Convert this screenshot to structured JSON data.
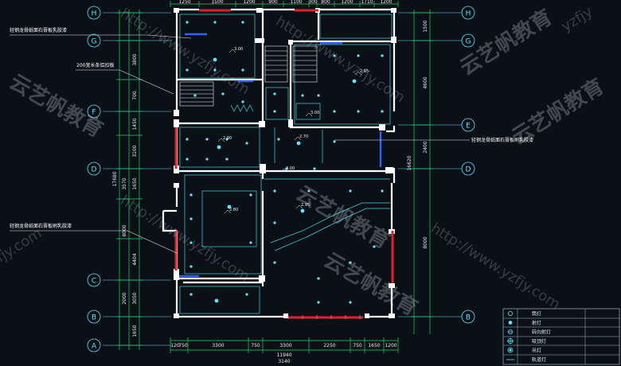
{
  "grid_axes": {
    "left": [
      "H",
      "G",
      "F",
      "D",
      "C",
      "B",
      "A"
    ],
    "right": [
      "H",
      "G",
      "E",
      "D",
      "B"
    ]
  },
  "top_dims": [
    "1250",
    "1500",
    "1200",
    "900",
    "1100",
    "300",
    "800",
    "1200",
    "1710",
    "1200"
  ],
  "bottom_dims": [
    "120",
    "750",
    "3300",
    "750",
    "3300",
    "2250",
    "750",
    "1650",
    "1200"
  ],
  "bottom_total": "11940",
  "bottom_total2": "3140",
  "left_dims": [
    "3800",
    "700",
    "1450",
    "3100",
    "1650",
    "3570",
    "8000",
    "4404",
    "2000",
    "3050",
    "1650"
  ],
  "left_total": "17680",
  "right_dims": [
    "1500",
    "4600",
    "2400",
    "8000",
    "16620"
  ],
  "annotations": {
    "note_top": "轻钢龙骨纸面石膏板乳胶漆",
    "note_200": "200宽长条铝扣板",
    "note_right": "轻钢龙骨纸面石膏板刷乳胶漆",
    "note_left": "轻钢龙骨纸面石膏板刷乳胶漆"
  },
  "levels": {
    "l1": "3.00",
    "l2": "2.95",
    "l3": "2.90",
    "l4": "2.70",
    "l5": "3.00",
    "l6": "2.80",
    "l7": "2.95",
    "l8": "3.00"
  },
  "watermarks": {
    "brand": "云艺帆教育",
    "url": "http://www.yzfjy.com",
    "short": "yzfjy",
    "dotcom": "fjy.com"
  },
  "legend": [
    {
      "label": "筒灯",
      "icon": "downlight-icon"
    },
    {
      "label": "射灯",
      "icon": "spotlight-icon"
    },
    {
      "label": "转向射灯",
      "icon": "adjustable-spotlight-icon"
    },
    {
      "label": "吸顶灯",
      "icon": "ceiling-lamp-icon"
    },
    {
      "label": "吊灯",
      "icon": "pendant-lamp-icon"
    },
    {
      "label": "轨道灯",
      "icon": "track-light-icon"
    }
  ],
  "colors": {
    "background": "#0b1016",
    "dimension": "#19d46a",
    "wall": "#ffffff",
    "window_red": "#e0202a",
    "grid_cyan": "#5fe3ff",
    "door_blue": "#3060ff"
  }
}
